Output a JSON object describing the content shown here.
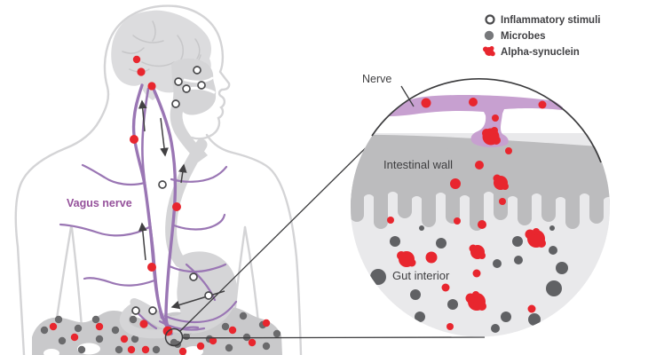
{
  "legend": {
    "items": [
      {
        "label": "Inflammatory stimuli",
        "marker": "open-circle",
        "marker_color": "#4a4a4c"
      },
      {
        "label": "Microbes",
        "marker": "filled-circle",
        "marker_color": "#77787b"
      },
      {
        "label": "Alpha-synuclein",
        "marker": "irregular-blob",
        "marker_color": "#e8262e"
      }
    ]
  },
  "labels": {
    "vagus_nerve": "Vagus nerve",
    "nerve": "Nerve",
    "intestinal_wall": "Intestinal wall",
    "gut_interior": "Gut interior"
  },
  "colors": {
    "nerve_purple": "#9a76b4",
    "inset_nerve_purple": "#c7a0d0",
    "alpha_synuclein_red": "#e8262e",
    "microbe_gray": "#606164",
    "body_outline_gray": "#d4d4d6",
    "intestinal_wall_gray": "#bcbcbe",
    "gut_interior_gray": "#e9e9eb",
    "label_dark": "#3e3e40",
    "vagus_label_purple": "#95519b"
  }
}
